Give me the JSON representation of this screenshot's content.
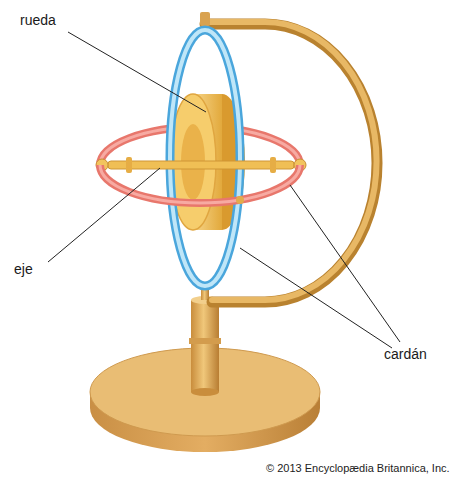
{
  "diagram": {
    "labels": [
      "rueda",
      "eje",
      "cardán",
      "© 2013 Encyclopædia Britannica, Inc."
    ]
  }
}
